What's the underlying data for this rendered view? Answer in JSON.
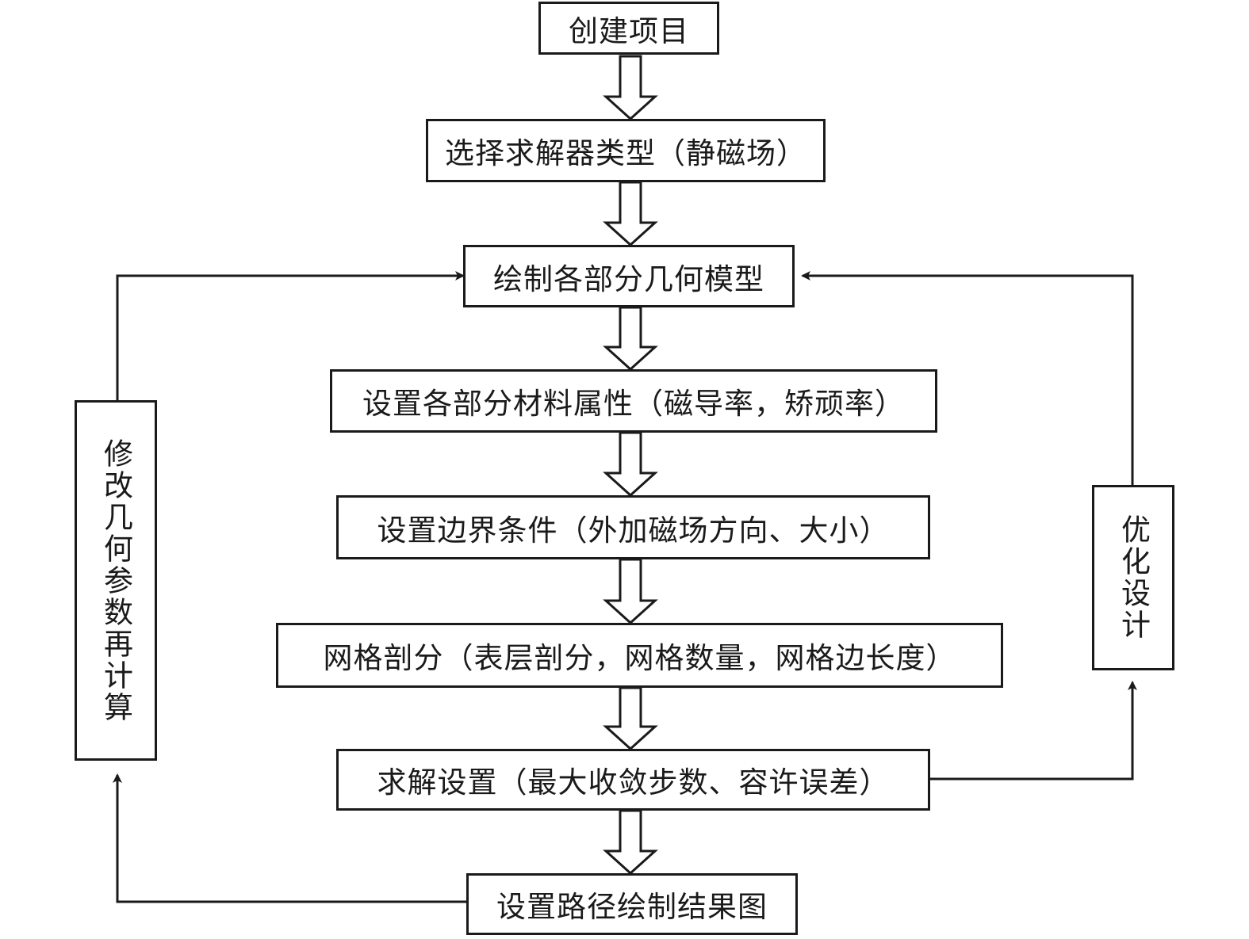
{
  "steps": {
    "create_project": "创建项目",
    "select_solver": "选择求解器类型（静磁场）",
    "draw_geometry": "绘制各部分几何模型",
    "set_materials": "设置各部分材料属性（磁导率，矫顽率）",
    "set_boundary": "设置边界条件（外加磁场方向、大小）",
    "meshing": "网格剖分（表层剖分，网格数量，网格边长度）",
    "solve_setup": "求解设置（最大收敛步数、容许误差）",
    "plot_results": "设置路径绘制结果图"
  },
  "feedback": {
    "modify_geometry": "修改几何参数再计算",
    "optimize_design": "优化设计"
  },
  "colors": {
    "stroke": "#1a1a1a",
    "background": "#ffffff"
  }
}
